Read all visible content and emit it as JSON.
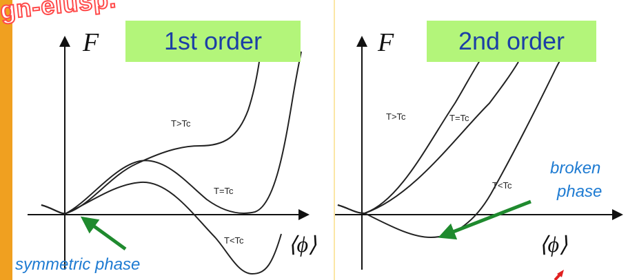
{
  "panels": {
    "left": {
      "title": "1st order",
      "y_label": "F",
      "x_label": "⟨ϕ⟩"
    },
    "right": {
      "title": "2nd order",
      "y_label": "F",
      "x_label": "⟨ϕ⟩"
    }
  },
  "curves_first_order": [
    {
      "label": "T>Tc"
    },
    {
      "label": "T=Tc"
    },
    {
      "label": "T<Tc"
    }
  ],
  "curves_second_order": [
    {
      "label": "T>Tc"
    },
    {
      "label": "T=Tc"
    },
    {
      "label": "T<Tc"
    }
  ],
  "annotations": {
    "symmetric_phase": "symmetric phase",
    "broken_phase_line1": "broken",
    "broken_phase_line2": "phase"
  },
  "watermark": "gn-elusp.",
  "colors": {
    "title_box_bg": "#b3f57a",
    "title_text": "#1c3fa6",
    "annotation_text": "#1e7bd2",
    "arrow": "#1f8a2e",
    "background": "#fbe6a6",
    "accent_strip": "#f0a020",
    "watermark_stroke": "#ff4a4a"
  }
}
